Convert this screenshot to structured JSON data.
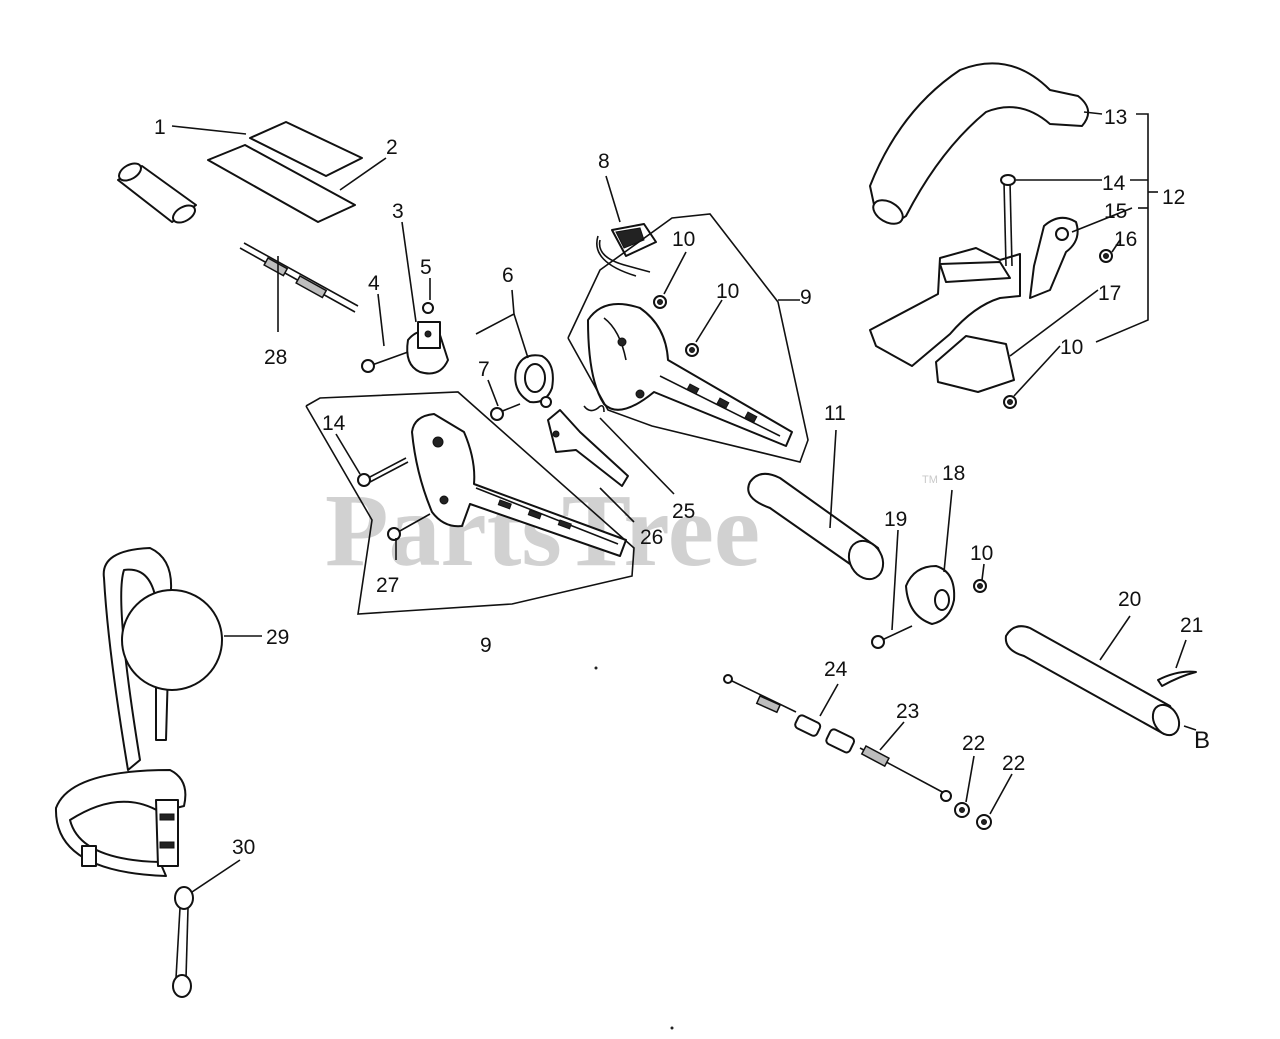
{
  "watermark": {
    "text": "PartsTree",
    "trademark": "TM"
  },
  "callouts": {
    "c1": "1",
    "c2": "2",
    "c3": "3",
    "c4": "4",
    "c5": "5",
    "c6": "6",
    "c7": "7",
    "c8": "8",
    "c9a": "9",
    "c9b": "9",
    "c10a": "10",
    "c10b": "10",
    "c10c": "10",
    "c10d": "10",
    "c11": "11",
    "c12": "12",
    "c13": "13",
    "c14a": "14",
    "c14b": "14",
    "c15": "15",
    "c16": "16",
    "c17": "17",
    "c18": "18",
    "c19": "19",
    "c20": "20",
    "c21": "21",
    "c22a": "22",
    "c22b": "22",
    "c23": "23",
    "c24": "24",
    "c25": "25",
    "c26": "26",
    "c27": "27",
    "c28": "28",
    "c29": "29",
    "c30": "30",
    "cB": "B"
  }
}
